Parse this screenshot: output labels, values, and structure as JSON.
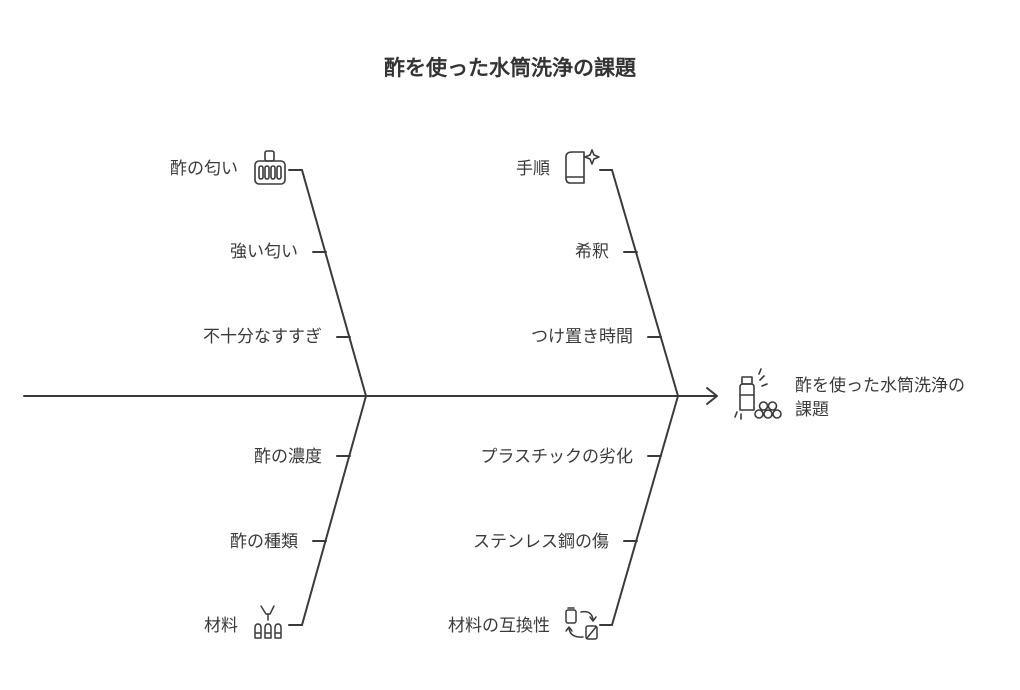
{
  "title": "酢を使った水筒洗浄の課題",
  "effect": {
    "line1": "酢を使った水筒洗浄の",
    "line2": "課題"
  },
  "branches": {
    "top_left": {
      "category": "酢の匂い",
      "causes": [
        "強い匂い",
        "不十分なすすぎ"
      ],
      "icon": "strainer-icon"
    },
    "top_right": {
      "category": "手順",
      "causes": [
        "希釈",
        "つけ置き時間"
      ],
      "icon": "sparkle-container-icon"
    },
    "bottom_left": {
      "category": "材料",
      "causes": [
        "酢の濃度",
        "酢の種類"
      ],
      "icon": "bottles-icon"
    },
    "bottom_right": {
      "category": "材料の互換性",
      "causes": [
        "プラスチックの劣化",
        "ステンレス鋼の傷"
      ],
      "icon": "swap-containers-icon"
    }
  },
  "effect_icon": "spray-cleaner-icon",
  "colors": {
    "line": "#3a3a3a",
    "text": "#3a3a3a",
    "background": "#ffffff"
  }
}
